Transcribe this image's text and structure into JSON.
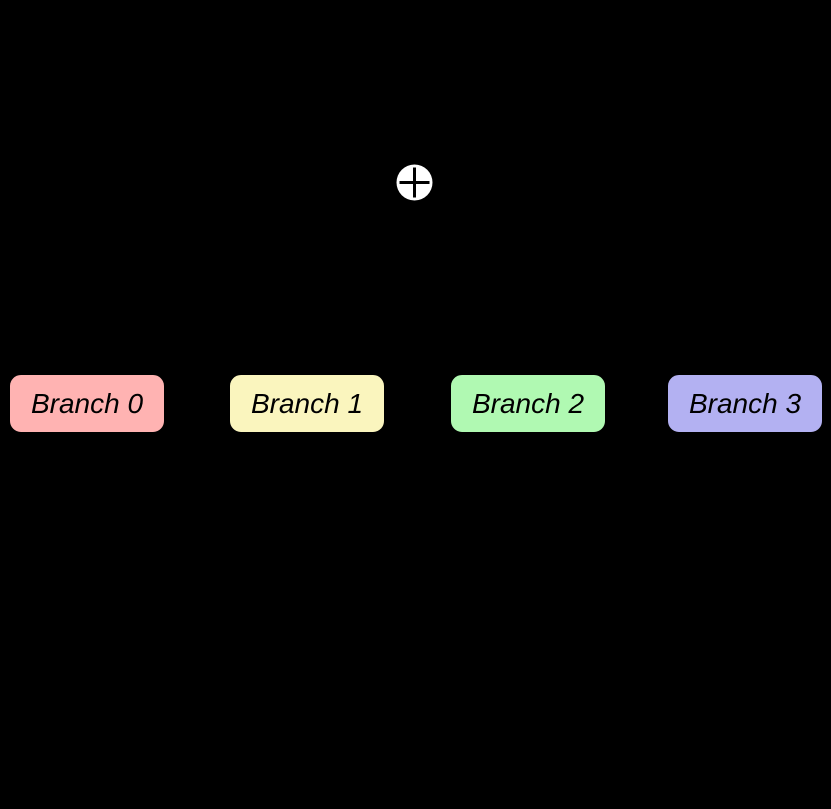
{
  "canvas": {
    "background_color": "#000000"
  },
  "diagram": {
    "sum_node": {
      "icon": "circled-plus-icon",
      "fill": "#ffffff",
      "stroke": "#000000"
    },
    "branches": [
      {
        "label": "Branch 0",
        "color": "#ffb3b2"
      },
      {
        "label": "Branch 1",
        "color": "#faf5be"
      },
      {
        "label": "Branch 2",
        "color": "#b0f9b2"
      },
      {
        "label": "Branch 3",
        "color": "#b3b1f2"
      }
    ]
  }
}
